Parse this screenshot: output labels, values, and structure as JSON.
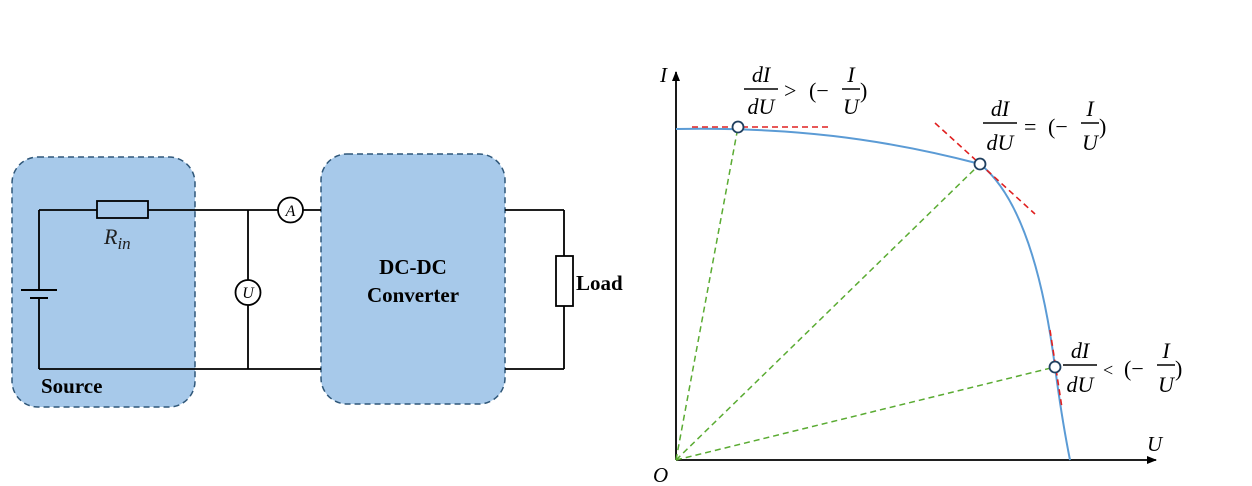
{
  "circuit": {
    "source_label": "Source",
    "resistor_label": "R",
    "resistor_subscript": "in",
    "ammeter_symbol": "A",
    "voltmeter_symbol": "U",
    "converter_line1": "DC-DC",
    "converter_line2": "Converter",
    "load_label": "Load",
    "block_fill": "#a7c9ea",
    "block_stroke": "#2f5779"
  },
  "graph": {
    "y_axis_label": "I",
    "x_axis_label": "U",
    "origin_label": "O",
    "curve_color": "#5b9bd5",
    "tangent_color": "#e02020",
    "secant_color": "#5aab32",
    "points": [
      {
        "name": "left",
        "num": "dI",
        "den": "dU",
        "relation": ">",
        "rnum": "I",
        "rden": "U"
      },
      {
        "name": "mpp",
        "num": "dI",
        "den": "dU",
        "relation": "=",
        "rnum": "I",
        "rden": "U"
      },
      {
        "name": "right",
        "num": "dI",
        "den": "dU",
        "relation": "<",
        "rnum": "I",
        "rden": "U"
      }
    ]
  }
}
